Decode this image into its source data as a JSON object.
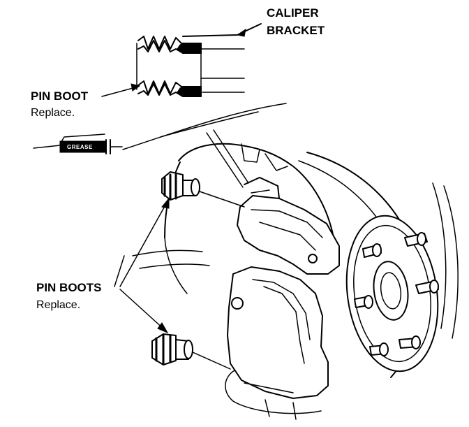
{
  "labels": {
    "caliper_bracket_line1": "CALIPER",
    "caliper_bracket_line2": "BRACKET",
    "pin_boot_title": "PIN BOOT",
    "pin_boot_note": "Replace.",
    "pin_boots_title": "PIN BOOTS",
    "pin_boots_note": "Replace.",
    "grease_tube": "GREASE"
  }
}
